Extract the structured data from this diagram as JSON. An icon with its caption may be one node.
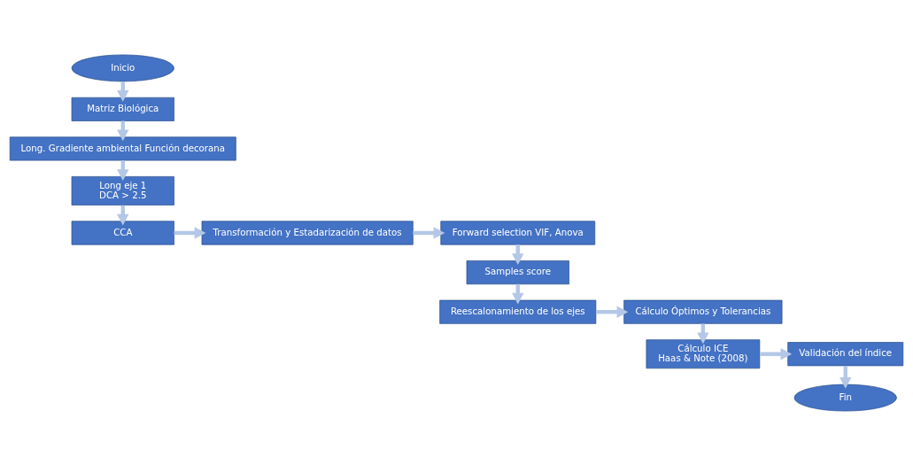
{
  "diagram": {
    "nodes": [
      {
        "text": [
          "Inicio"
        ]
      },
      {
        "text": [
          "Matriz Biológica"
        ]
      },
      {
        "text": [
          "Long. Gradiente ambiental Función decorana"
        ]
      },
      {
        "text": [
          "Long eje 1",
          "DCA > 2.5"
        ]
      },
      {
        "text": [
          "CCA"
        ]
      },
      {
        "text": [
          "Transformación y Estadarización de datos"
        ]
      },
      {
        "text": [
          "Forward selection VIF, Anova"
        ]
      },
      {
        "text": [
          "Samples score"
        ]
      },
      {
        "text": [
          "Reescalonamiento de los ejes"
        ]
      },
      {
        "text": [
          "Cálculo Óptimos y Tolerancias"
        ]
      },
      {
        "text": [
          "Cálculo ICE",
          "Haas & Note (2008)"
        ]
      },
      {
        "text": [
          "Validación del índice"
        ]
      },
      {
        "text": [
          "Fin"
        ]
      }
    ],
    "edges": [
      {
        "from": 0,
        "to": 1,
        "arrow": "to"
      },
      {
        "from": 1,
        "to": 2,
        "arrow": "to"
      },
      {
        "from": 2,
        "to": 3,
        "arrow": "to"
      },
      {
        "from": 3,
        "to": 4,
        "arrow": "to"
      },
      {
        "from": 4,
        "to": 5,
        "arrow": "to"
      },
      {
        "from": 5,
        "to": 6,
        "arrow": "to"
      },
      {
        "from": 6,
        "to": 7,
        "arrow": "to"
      },
      {
        "from": 7,
        "to": 8,
        "arrow": "to"
      },
      {
        "from": 8,
        "to": 9,
        "arrow": "to"
      },
      {
        "from": 9,
        "to": 10,
        "arrow": "to"
      },
      {
        "from": 10,
        "to": 11,
        "arrow": "to"
      },
      {
        "from": 11,
        "to": 12,
        "arrow": "to"
      }
    ]
  }
}
